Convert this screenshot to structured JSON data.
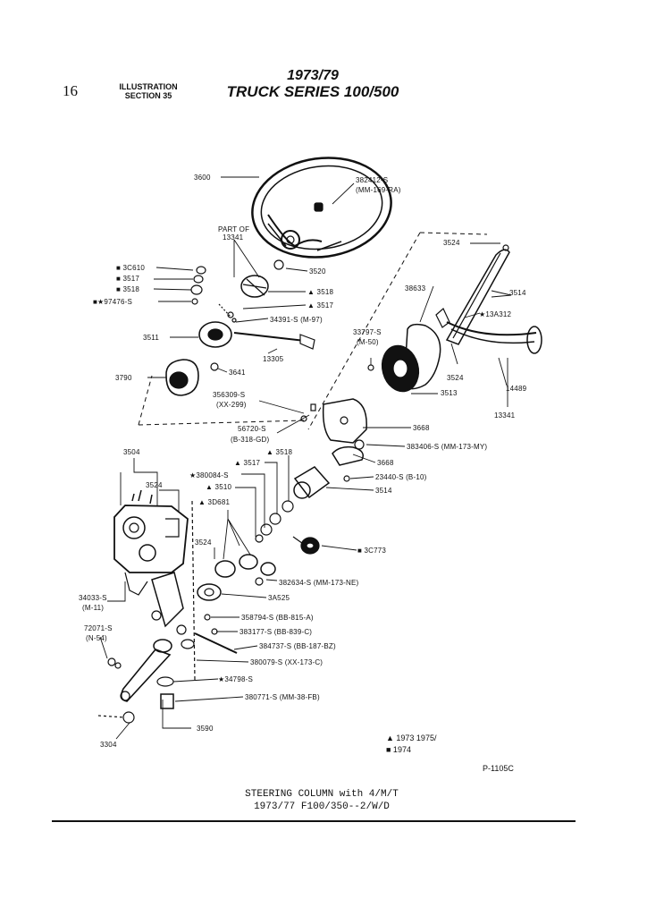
{
  "header": {
    "page_number": "16",
    "illustration": "ILLUSTRATION",
    "section": "SECTION 35",
    "title_years": "1973/79",
    "title_series": "TRUCK SERIES 100/500"
  },
  "parts": {
    "p3600": "3600",
    "p382412": "382412-S",
    "p382412b": "(MM-169-RA)",
    "partof": "PART OF",
    "partof_num": "13341",
    "p3524a": "3524",
    "p3c610": "■ 3C610",
    "p3517a": "■ 3517",
    "p3518a": "■ 3518",
    "p97476": "■★97476-S",
    "p3520": "3520",
    "p3518b": "▲ 3518",
    "p3517b": "▲ 3517",
    "p34391": "34391-S (M-97)",
    "p38633": "38633",
    "p3514a": "3514",
    "p13a312": "★13A312",
    "p3511": "3511",
    "p13305": "13305",
    "p33797": "33797-S",
    "p33797b": "(M-50)",
    "p3641": "3641",
    "p3790": "3790",
    "p3524b": "3524",
    "p14489": "14489",
    "p3513": "3513",
    "p13341": "13341",
    "p356309": "356309-S",
    "p356309b": "(XX-299)",
    "p3668a": "3668",
    "p56720": "56720-S",
    "p56720b": "(B-318-GD)",
    "p383406": "383406-S (MM-173-MY)",
    "p3504": "3504",
    "p3517c": "▲ 3517",
    "p3518c": "▲ 3518",
    "p3668b": "3668",
    "p380084": "★380084-S",
    "p23440": "23440-S (B-10)",
    "p3524c": "3524",
    "p3510": "▲ 3510",
    "p3514b": "3514",
    "p3d681": "▲ 3D681",
    "p3c773": "■ 3C773",
    "p3524d": "3524",
    "p382634": "382634-S (MM-173-NE)",
    "p3a525": "3A525",
    "p34033": "34033-S",
    "p34033b": "(M-11)",
    "p358794": "358794-S (BB-815-A)",
    "p72071": "72071-S",
    "p72071b": "(N-54)",
    "p383177": "383177-S (BB-839-C)",
    "p384737": "384737-S (BB-187-BZ)",
    "p380079": "380079-S (XX-173-C)",
    "p34798": "★34798-S",
    "p380771": "380771-S (MM-38-FB)",
    "p3590": "3590",
    "p3304": "3304"
  },
  "legend": {
    "tri": "▲ 1973  1975/",
    "sq": "■ 1974"
  },
  "figure_code": "P-1105C",
  "caption": {
    "line1": "STEERING COLUMN with 4/M/T",
    "line2": "1973/77   F100/350--2/W/D"
  }
}
